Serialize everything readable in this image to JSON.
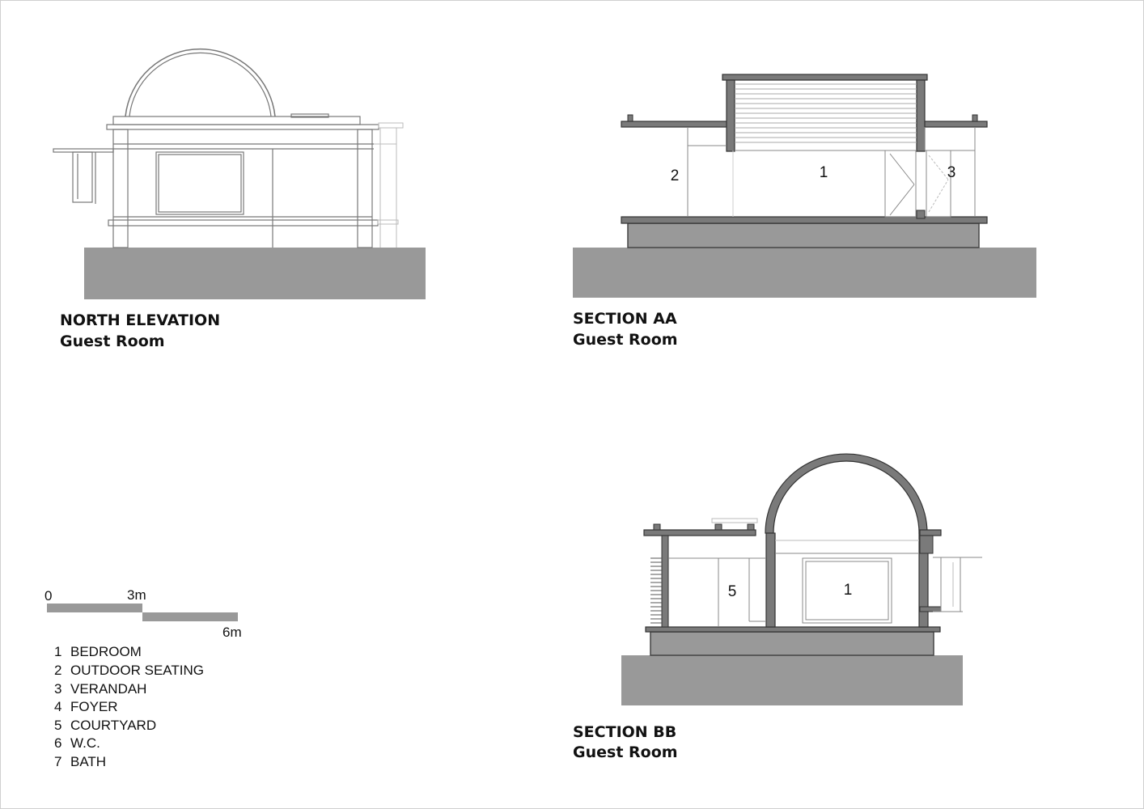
{
  "drawings": [
    {
      "id": "north-elevation",
      "title": "NORTH ELEVATION",
      "subtitle": "Guest Room",
      "labels": []
    },
    {
      "id": "section-aa",
      "title": "SECTION AA",
      "subtitle": "Guest Room",
      "labels": [
        "2",
        "1",
        "3"
      ]
    },
    {
      "id": "section-bb",
      "title": "SECTION BB",
      "subtitle": "Guest Room",
      "labels": [
        "5",
        "1"
      ]
    }
  ],
  "scale_bar": {
    "start": "0",
    "mid": "3m",
    "end": "6m"
  },
  "legend": [
    {
      "num": "1",
      "label": "BEDROOM"
    },
    {
      "num": "2",
      "label": "OUTDOOR SEATING"
    },
    {
      "num": "3",
      "label": "VERANDAH"
    },
    {
      "num": "4",
      "label": "FOYER"
    },
    {
      "num": "5",
      "label": "COURTYARD"
    },
    {
      "num": "6",
      "label": "W.C."
    },
    {
      "num": "7",
      "label": "BATH"
    }
  ],
  "colors": {
    "ground": "#999999",
    "structure": "#7a7a7a",
    "line": "#555555",
    "light_line": "#bbbbbb"
  }
}
